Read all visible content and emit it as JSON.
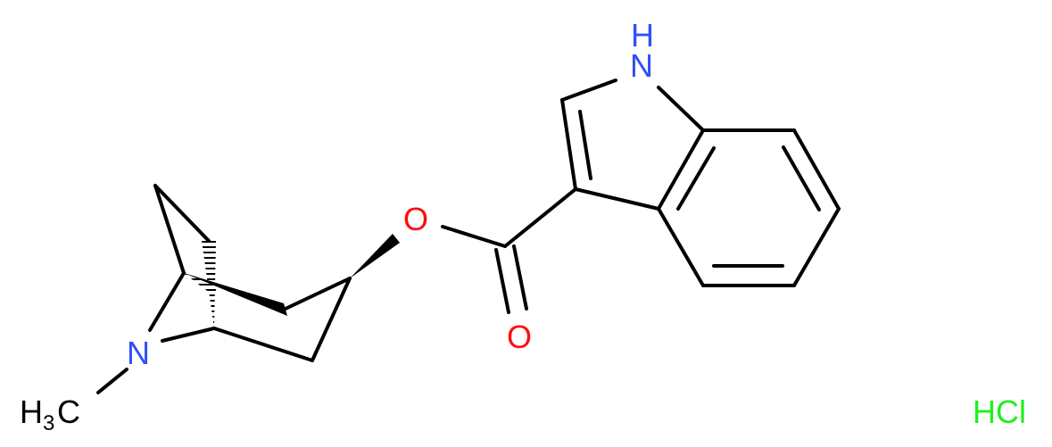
{
  "structure": {
    "atoms": {
      "nh_label": "H",
      "nh_n": "N",
      "o_ester": "O",
      "o_carbonyl": "O",
      "n_bridge": "N",
      "methyl_h": "H",
      "methyl_sub": "3",
      "methyl_c": "C",
      "salt": "HCl"
    },
    "colors": {
      "bond": "#000000",
      "nitrogen": "#3050F8",
      "oxygen": "#FF0D0D",
      "chlorine": "#1FF01F",
      "carbon": "#000000"
    }
  }
}
